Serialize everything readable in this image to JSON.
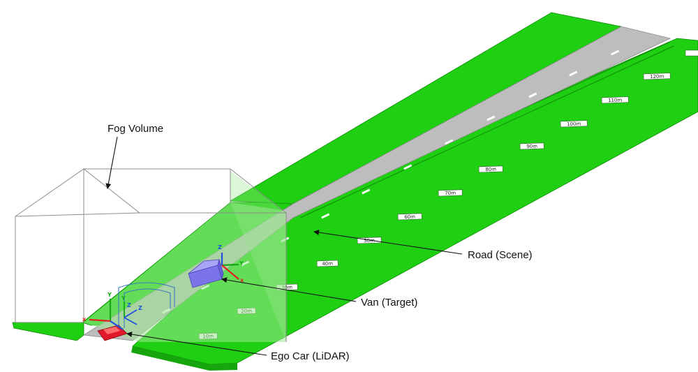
{
  "labels": {
    "fog": "Fog Volume",
    "road": "Road (Scene)",
    "van": "Van (Target)",
    "ego": "Ego Car (LiDAR)"
  },
  "distance_markers": [
    "10m",
    "20m",
    "30m",
    "40m",
    "50m",
    "60m",
    "70m",
    "80m",
    "90m",
    "100m",
    "110m",
    "120m"
  ],
  "axis_labels": {
    "x": "x",
    "y": "Y",
    "z": "Z"
  },
  "colors": {
    "grass": "#1fcf12",
    "grass_edge": "#16a50c",
    "road": "#bdbdbd",
    "fog_fill": "#9be890",
    "van": "#8c86f2",
    "ego_car": "#e0182a",
    "axis_x": "#e02020",
    "axis_y": "#13a813",
    "axis_z": "#2050e0"
  }
}
